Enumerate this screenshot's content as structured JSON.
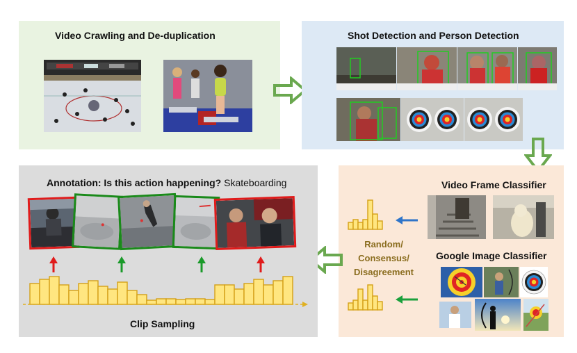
{
  "crawl": {
    "title": "Video Crawling and De-duplication"
  },
  "shot": {
    "title": "Shot Detection and Person Detection"
  },
  "classifier": {
    "video_title": "Video Frame Classifier",
    "google_title": "Google Image Classifier",
    "sampling_lines": [
      "Random/",
      "Consensus/",
      "Disagreement"
    ]
  },
  "annotation": {
    "title_bold": "Annotation: Is this action happening?",
    "title_action": "Skateboarding",
    "footer": "Clip Sampling",
    "frame_border_colors": [
      "#e01b1b",
      "#1a8a1a",
      "#1a8a1a",
      "#1a8a1a",
      "#e01b1b"
    ]
  },
  "colors": {
    "crawl_bg": "#e9f3e1",
    "shot_bg": "#dde9f5",
    "classifier_bg": "#fbe8d8",
    "annotation_bg": "#dcdcdc",
    "flow_arrow": "#6aa84f",
    "histogram_fill": "#ffe680",
    "histogram_stroke": "#d4a017",
    "blue_arrow": "#2f75c9",
    "green_arrow": "#1aa03c",
    "red_arrow": "#e01b1b",
    "up_green_arrow": "#1a9a2a"
  }
}
